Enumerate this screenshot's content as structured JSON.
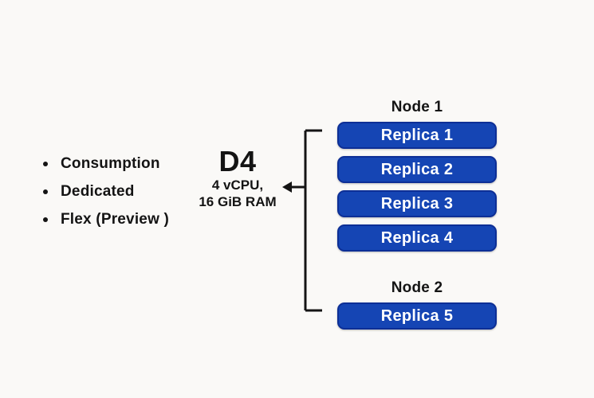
{
  "colors": {
    "background": "#faf9f7",
    "button-fill": "#1545b4",
    "button-border": "#0d2f96",
    "button-text": "#ffffff",
    "line": "#141414",
    "text": "#141414"
  },
  "options": {
    "items": [
      {
        "label": "Consumption"
      },
      {
        "label": "Dedicated"
      },
      {
        "label": "Flex (Preview )"
      }
    ]
  },
  "sku": {
    "name": "D4",
    "cpu": "4 vCPU,",
    "ram": "16 GiB RAM"
  },
  "nodes": [
    {
      "label": "Node 1",
      "replicas": [
        "Replica 1",
        "Replica 2",
        "Replica 3",
        "Replica 4"
      ]
    },
    {
      "label": "Node 2",
      "replicas": [
        "Replica 5"
      ]
    }
  ]
}
